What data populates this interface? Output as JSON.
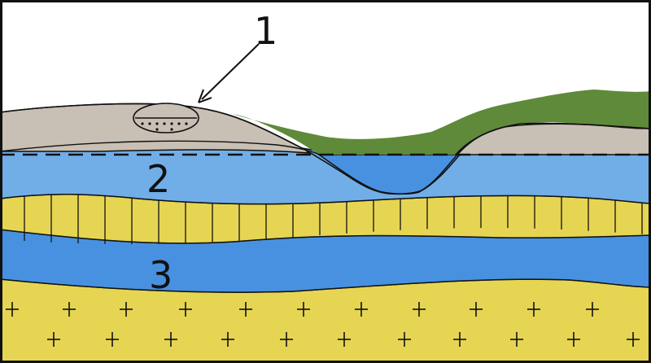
{
  "labels": {
    "one": "1",
    "two": "2",
    "three": "3"
  },
  "colors": {
    "soil": "#c8c0b4",
    "grass": "#5f8a3a",
    "upper_aquifer": "#71aee8",
    "lower_aquifer": "#4891e0",
    "river": "#4891e0",
    "aquitard": "#e6d552",
    "bedrock": "#e6d552",
    "line": "#111111",
    "border": "#111111"
  },
  "icons": {
    "arrow": "arrow-icon",
    "lens_dots": "dotted-lens",
    "bedrock_marks": "plus-icon"
  }
}
